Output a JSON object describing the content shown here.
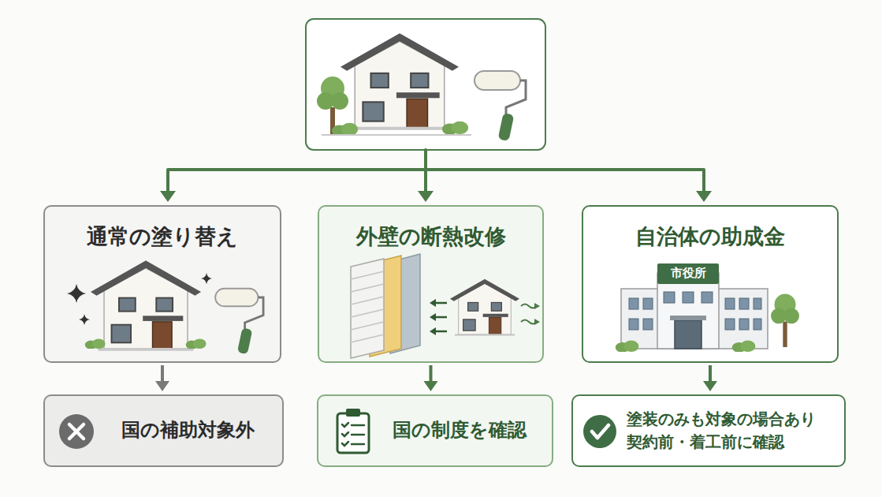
{
  "diagram": {
    "nodes": [
      {
        "text": [
          "通常の塗り替え"
        ]
      },
      {
        "text": [
          "外壁の断熱改修"
        ]
      },
      {
        "text": [
          "自治体の助成金"
        ]
      },
      {
        "text": [
          "国の補助対象外"
        ]
      },
      {
        "text": [
          "国の制度を確認"
        ]
      },
      {
        "text": [
          "塗装のみも対象の場合あり 契約前・着工前に確認"
        ]
      }
    ],
    "edges": [
      {
        "from": 0,
        "to": 3,
        "arrow": "to"
      },
      {
        "from": 1,
        "to": 4,
        "arrow": "to"
      },
      {
        "from": 2,
        "to": 5,
        "arrow": "to"
      }
    ],
    "labels": [
      "市役所"
    ]
  }
}
